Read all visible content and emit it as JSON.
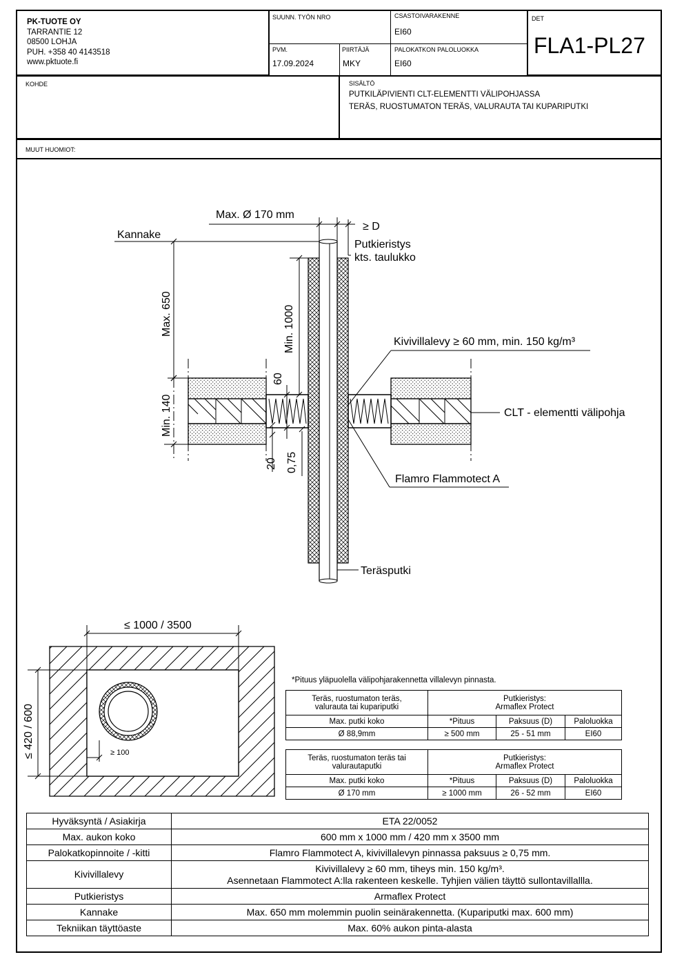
{
  "company": {
    "name": "PK-TUOTE OY",
    "address": "TARRANTIE 12",
    "postal": "08500 LOHJA",
    "phone": "PUH. +358 40 4143518",
    "web": "www.pktuote.fi"
  },
  "title_block": {
    "suunn_label": "SUUNN. TYÖN NRO",
    "suunn_value": "",
    "csasto_label": "CSASTOIVARAKENNE",
    "csasto_value": "EI60",
    "det_label": "DET",
    "det_value": "FLA1-PL27",
    "pvm_label": "PVM.",
    "pvm_value": "17.09.2024",
    "piirtaja_label": "PIIRTÄJÄ",
    "piirtaja_value": "MKY",
    "palokatko_label": "PALOKATKON PALOLUOKKA",
    "palokatko_value": "EI60",
    "kohde_label": "KOHDE",
    "sisalto_label": "SISÄLTÖ",
    "sisalto_line1": "PUTKILÄPIVIENTI CLT-ELEMENTTI VÄLIPOHJASSA",
    "sisalto_line2": "TERÄS, RUOSTUMATON TERÄS, VALURAUTA TAI KUPARIPUTKI",
    "muut_label": "MUUT HUOMIOT:"
  },
  "section": {
    "dim_max_dia": "Max. Ø 170 mm",
    "dim_ge_d": "≥ D",
    "kannake": "Kannake",
    "putkieristys_l1": "Putkieristys",
    "putkieristys_l2": "kts. taulukko",
    "max650": "Max. 650",
    "min1000": "Min. 1000",
    "kivivillalevy": "Kivivillalevy ≥ 60 mm, min. 150 kg/m³",
    "dim60": "60",
    "min140": "Min. 140",
    "clt": "CLT - elementti välipohja",
    "dim20": "20",
    "dim075": "0,75",
    "flamro": "Flamro Flammotect A",
    "terasputki": "Teräsputki"
  },
  "plan": {
    "width_dim": "≤ 1000 / 3500",
    "height_dim": "≤ 420 / 600",
    "gap": "≥ 100"
  },
  "spec_note": "*Pituus yläpuolella välipohjarakennetta villalevyn pinnasta.",
  "spec_tables": [
    {
      "material_l1": "Teräs, ruostumaton teräs,",
      "material_l2": "valurauta tai kupariputki",
      "eristys_l1": "Putkieristys:",
      "eristys_l2": "Armaflex Protect",
      "col_size": "Max. putki koko",
      "col_len": "*Pituus",
      "col_thk": "Paksuus (D)",
      "col_class": "Paloluokka",
      "size": "Ø 88,9mm",
      "len": "≥ 500 mm",
      "thk": "25 - 51 mm",
      "class": "EI60"
    },
    {
      "material_l1": "Teräs, ruostumaton teräs tai",
      "material_l2": "valurautaputki",
      "eristys_l1": "Putkieristys:",
      "eristys_l2": "Armaflex Protect",
      "col_size": "Max. putki koko",
      "col_len": "*Pituus",
      "col_thk": "Paksuus (D)",
      "col_class": "Paloluokka",
      "size": "Ø 170 mm",
      "len": "≥ 1000 mm",
      "thk": "26 - 52 mm",
      "class": "EI60"
    }
  ],
  "summary": [
    {
      "label": "Hyväksyntä / Asiakirja",
      "value": "ETA 22/0052"
    },
    {
      "label": "Max. aukon koko",
      "value": "600 mm x 1000 mm / 420 mm x 3500 mm"
    },
    {
      "label": "Palokatkopinnoite / -kitti",
      "value": "Flamro Flammotect A, kivivillalevyn pinnassa paksuus ≥ 0,75 mm."
    },
    {
      "label": "Kivivillalevy",
      "value": "Kivivillalevy ≥ 60 mm, tiheys min. 150 kg/m³.",
      "value2": "Asennetaan Flammotect A:lla rakenteen keskelle. Tyhjien välien täyttö sullontavillallla."
    },
    {
      "label": "Putkieristys",
      "value": "Armaflex Protect"
    },
    {
      "label": "Kannake",
      "value": "Max. 650 mm molemmin puolin seinärakennetta. (Kupariputki max. 600 mm)"
    },
    {
      "label": "Tekniikan täyttöaste",
      "value": "Max. 60% aukon pinta-alasta"
    }
  ]
}
